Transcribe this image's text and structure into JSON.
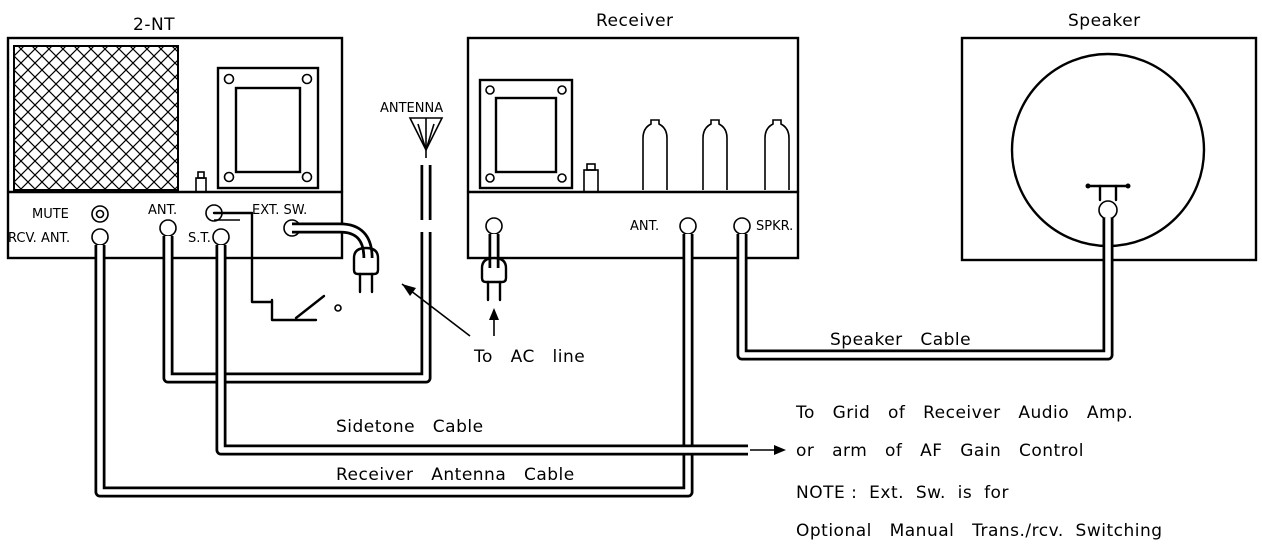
{
  "units": {
    "transmitter": "2-NT",
    "receiver": "Receiver",
    "speaker": "Speaker"
  },
  "jacks": {
    "mute": "MUTE",
    "rcv_ant": "RCV. ANT.",
    "ant": "ANT.",
    "st": "S.T.",
    "ext_sw": "EXT. SW.",
    "receiver_ant": "ANT.",
    "spkr": "SPKR."
  },
  "antenna_label": "ANTENNA",
  "ac_line": "To   AC   line",
  "cables": {
    "speaker": "Speaker   Cable",
    "sidetone": "Sidetone   Cable",
    "receiver_antenna": "Receiver   Antenna   Cable"
  },
  "notes": {
    "grid_line1": "To   Grid   of   Receiver   Audio   Amp.",
    "grid_line2": "or   arm   of   AF   Gain   Control",
    "note_line1": "NOTE :  Ext.  Sw.  is  for",
    "note_line2": "Optional   Manual   Trans./rcv.  Switching"
  }
}
